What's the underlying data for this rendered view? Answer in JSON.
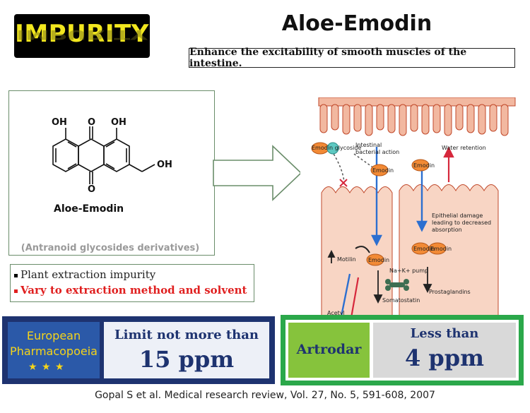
{
  "header": {
    "badge": "IMPURITY",
    "title": "Aloe-Emodin",
    "subtitle": "Enhance the excitability of smooth muscles of the intestine."
  },
  "structure": {
    "oh_labels": [
      "OH",
      "O",
      "OH",
      "OH",
      "O"
    ],
    "compound_name": "Aloe-Emodin",
    "caption": "(Antranoid glycosides derivatives)"
  },
  "illustration": {
    "labels": {
      "emodin": "Emodin",
      "emodin_glycoside": "Emodin glycoside",
      "intestinal": "Intestinal",
      "bacterial_action": "bacterial action",
      "water_retention": "Water retention",
      "epithelial_1": "Epithelial damage",
      "epithelial_2": "leading to decreased",
      "epithelial_3": "absorption",
      "motilin": "Motilin",
      "na_k_pump": "Na+K+ pump",
      "somatostatin": "Somatostatin",
      "prostaglandins": "Prostaglandins",
      "acetyl": "Acetyl"
    }
  },
  "notes": {
    "item1": "Plant extraction impurity",
    "item2": "Vary to extraction method and solvent",
    "bullet1_color": "#000000",
    "bullet2_color": "#e01f1f"
  },
  "european": {
    "line1": "European",
    "line2": "Pharmacopoeia",
    "stars": "★ ★ ★",
    "limit_label": "Limit not more than",
    "limit_value": "15 ppm"
  },
  "artrodar": {
    "name": "Artrodar",
    "label": "Less than",
    "value": "4 ppm"
  },
  "citation": "Gopal S et al. Medical research review, Vol. 27, No. 5, 591-608, 2007",
  "colors": {
    "badge_text": "#f2e71e",
    "eu_blue": "#1e3370",
    "ar_green": "#2ba84a",
    "ar_lightgreen": "#86c33c",
    "red": "#e01f1f"
  }
}
